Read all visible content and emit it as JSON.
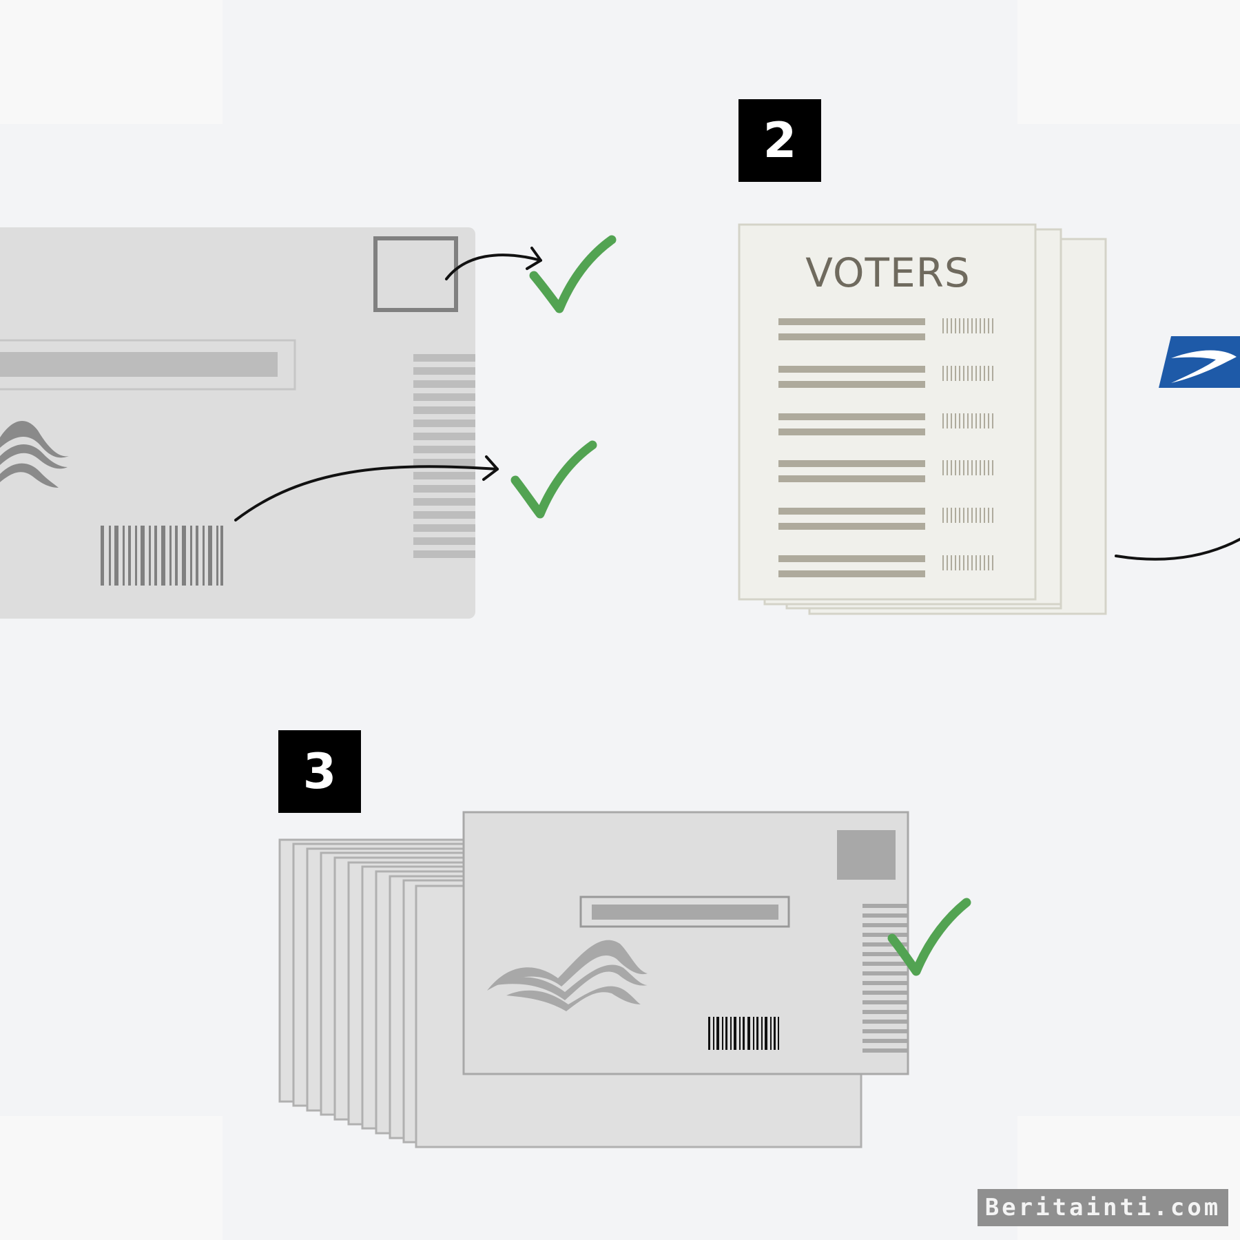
{
  "steps": {
    "step2": {
      "number": "2"
    },
    "step3": {
      "number": "3"
    }
  },
  "voters_list": {
    "title": "VOTERS"
  },
  "watermark": {
    "text": "Beritainti.com"
  },
  "colors": {
    "background": "#f3f4f6",
    "envelope": "#dddddd",
    "check": "#52a352",
    "paper": "#f0f0eb",
    "usps_blue": "#1e5aa8",
    "badge": "#000000"
  },
  "icons": [
    "check-icon",
    "arrow-icon",
    "barcode-icon",
    "usps-eagle-icon",
    "wave-logo-icon"
  ]
}
